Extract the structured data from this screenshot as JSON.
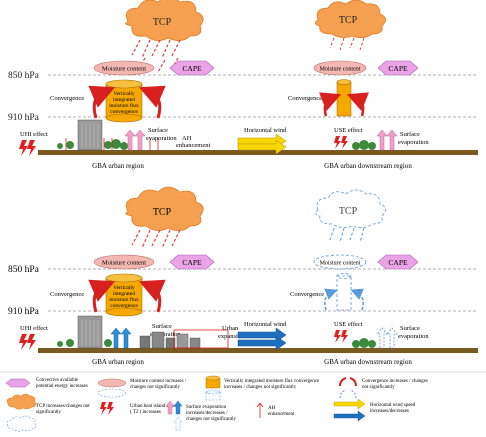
{
  "top_panel": {
    "tcp_left": "TCP",
    "tcp_right": "TCP",
    "level_850": "850 hPa",
    "level_910": "910 hPa",
    "moisture_left": "Moisture content",
    "cape_left": "CAPE",
    "moisture_right": "Moisture content",
    "cape_right": "CAPE",
    "convergence_left": "Convergence",
    "convergence_right": "Convergence",
    "vimfc_line1": "Vertically",
    "vimfc_line2": "integrated",
    "vimfc_line3": "moisture flux",
    "vimfc_line4": "convergence",
    "uhi_effect": "UHI effect",
    "surface_evap_1": "Surface",
    "surface_evap_2": "evaporation",
    "ah_1": "AH",
    "ah_2": "enhancement",
    "horizontal_wind": "Horizontal  wind",
    "use_effect": "USE effect",
    "surface_evap_r1": "Surface",
    "surface_evap_r2": "evaporation",
    "region_left": "GBA urban region",
    "region_right": "GBA urban downstream region"
  },
  "bottom_panel": {
    "tcp_left": "TCP",
    "tcp_right": "TCP",
    "level_850": "850 hPa",
    "level_910": "910 hPa",
    "moisture_left": "Moisture content",
    "cape_left": "CAPE",
    "moisture_right": "Moisture content",
    "cape_right": "CAPE",
    "convergence_left": "Convergence",
    "convergence_right": "Convergence",
    "vimfc_line1": "Vertically",
    "vimfc_line2": "integrated",
    "vimfc_line3": "moisture flux",
    "vimfc_line4": "convergence",
    "uhi_effect": "UHI effect",
    "surface_evap_1": "Surface",
    "surface_evap_2": "evaporation",
    "urban_1": "Urban",
    "urban_2": "expansion",
    "horizontal_wind": "Horizontal  wind",
    "use_effect": "USE effect",
    "surface_evap_r1": "Surface",
    "surface_evap_r2": "evaporation",
    "region_left": "GBA urban region",
    "region_right": "GBA urban downstream region"
  },
  "legend": {
    "cape_1": "Convective available",
    "cape_2": "potential energy increases",
    "tcp_1": "TCP increases/changes not",
    "tcp_2": "significantly",
    "moist_1": "Moisture content increases /",
    "moist_2": "changes not significantly",
    "uhi_1": "Urban heat island  effect",
    "uhi_2": "( T2 ) increases",
    "vimfc_1": "Vertically integrated moisture flux convergence",
    "vimfc_2": "increases / changes not significantly",
    "evap_1": "Surface evaporation",
    "evap_2": "increases/decreases /",
    "evap_3": "changes not significantly",
    "ah_1": "AH",
    "ah_2": "enhancement",
    "conv_1": "Convergence increases / changes",
    "conv_2": "not significantly",
    "wind_1": "Horizontal wind speed",
    "wind_2": "increases/decreases"
  },
  "colors": {
    "cloud_fill": "#f5a050",
    "cloud_stroke": "#e07a20",
    "rain": "#e04040",
    "rain_blue": "#5a9ad8",
    "moisture_fill": "#f2b7b0",
    "cape_fill": "#e9a3e6",
    "cylinder": "#f5a800",
    "convergence": "#d82020",
    "ground": "#7a5a20",
    "wind_yellow": "#f8d800",
    "wind_blue": "#1e6fc0",
    "evap_pink": "#f0a0c8",
    "evap_blue": "#2b8fd8"
  }
}
